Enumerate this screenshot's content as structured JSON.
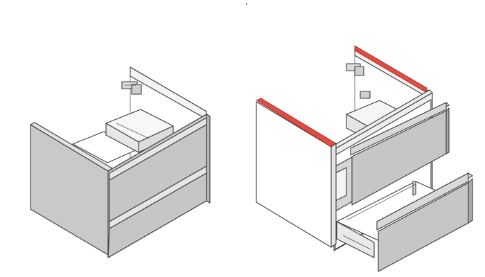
{
  "figure": {
    "panels": [
      {
        "id": "assembled",
        "state": "drawers-closed"
      },
      {
        "id": "exploded",
        "state": "drawers-open-side-panel-detached"
      }
    ],
    "colors": {
      "background": "#ffffff",
      "panel_grey": "#c9c9cb",
      "panel_grey_dark": "#b3b3b6",
      "interior_light": "#ededed",
      "white_panel": "#ffffff",
      "edge_highlight": "#e04b43",
      "outline": "#3a3a3a"
    }
  }
}
